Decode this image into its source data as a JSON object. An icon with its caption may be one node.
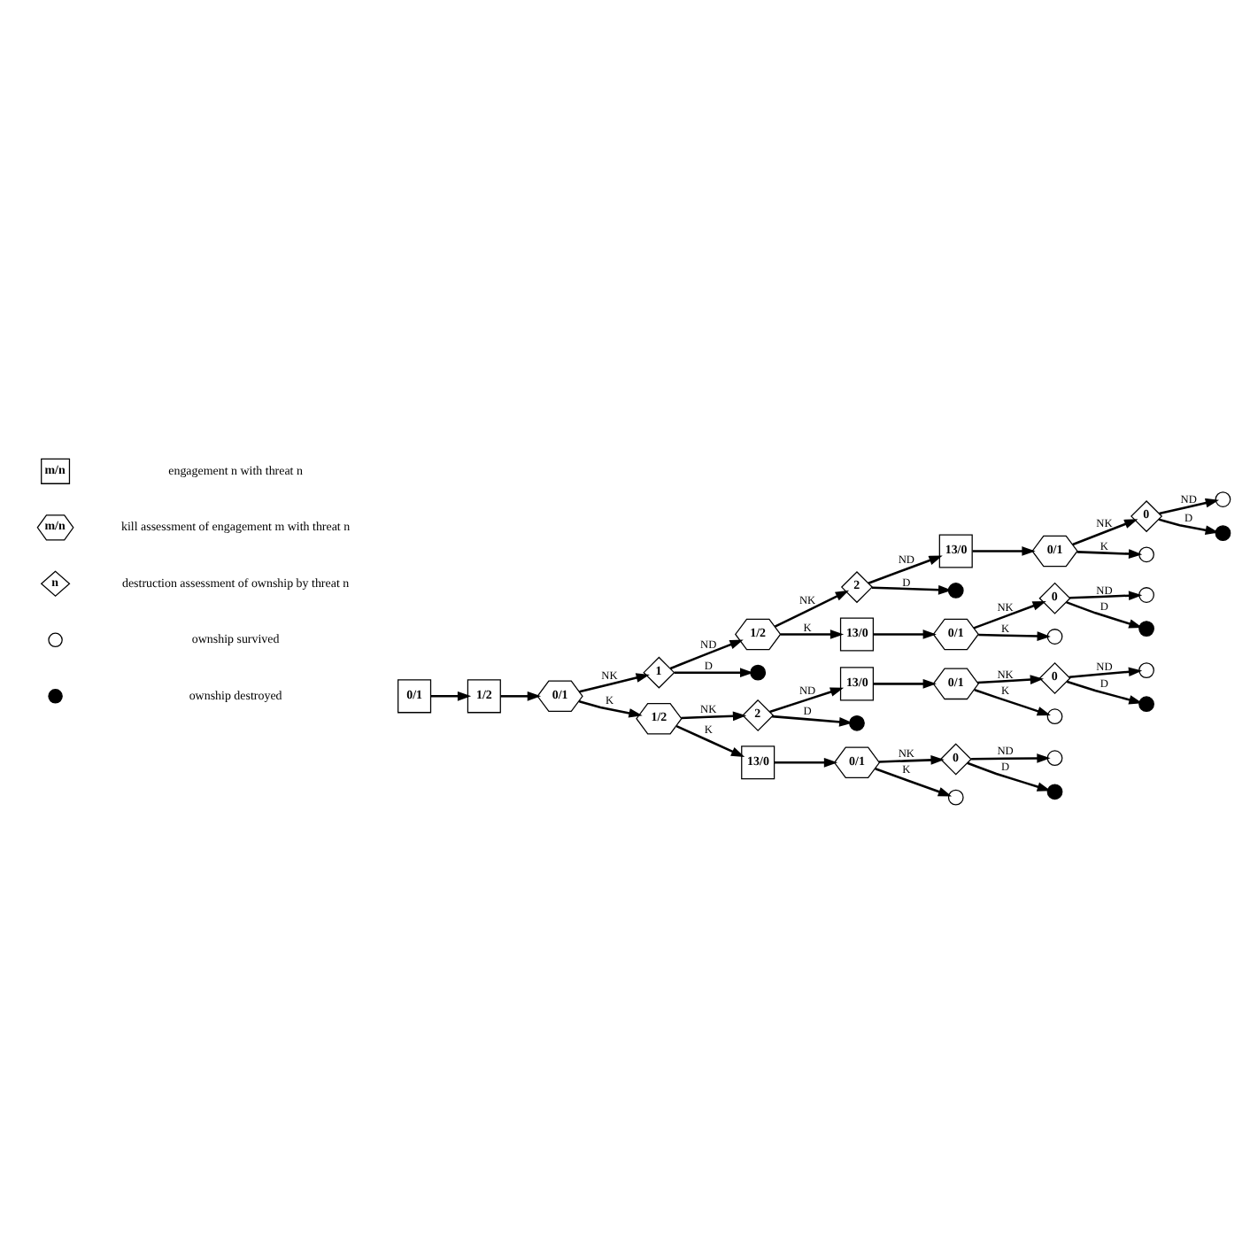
{
  "diagram": {
    "nodes": [
      {
        "text": [
          "0/1"
        ]
      },
      {
        "text": [
          "1/2"
        ]
      },
      {
        "text": [
          "0/1"
        ]
      },
      {
        "text": [
          "1"
        ]
      },
      {
        "text": [
          "1/2"
        ]
      },
      {
        "text": [
          "2"
        ]
      },
      {
        "text": [
          "13/0"
        ]
      },
      {
        "text": [
          "0/1"
        ]
      },
      {
        "text": [
          "0"
        ]
      },
      {
        "text": [],
        "shape": "circle"
      },
      {
        "text": [],
        "shape": "circle"
      },
      {
        "text": [],
        "shape": "circle"
      },
      {
        "text": [],
        "shape": "circle"
      },
      {
        "text": [
          "13/0"
        ]
      },
      {
        "text": [
          "0/1"
        ]
      },
      {
        "text": [
          "0"
        ]
      },
      {
        "text": [],
        "shape": "circle"
      },
      {
        "text": [],
        "shape": "circle"
      },
      {
        "text": [],
        "shape": "circle"
      },
      {
        "text": [],
        "shape": "circle"
      },
      {
        "text": [
          "1/2"
        ]
      },
      {
        "text": [
          "2"
        ]
      },
      {
        "text": [
          "13/0"
        ]
      },
      {
        "text": [
          "0/1"
        ]
      },
      {
        "text": [
          "0"
        ]
      },
      {
        "text": [],
        "shape": "circle"
      },
      {
        "text": [],
        "shape": "circle"
      },
      {
        "text": [],
        "shape": "circle"
      },
      {
        "text": [],
        "shape": "circle"
      },
      {
        "text": [
          "13/0"
        ]
      },
      {
        "text": [
          "0/1"
        ]
      },
      {
        "text": [
          "0"
        ]
      },
      {
        "text": [],
        "shape": "circle"
      },
      {
        "text": [],
        "shape": "circle"
      },
      {
        "text": [],
        "shape": "circle"
      }
    ],
    "edges": [
      {
        "from": 0,
        "to": 1,
        "arrow": "to"
      },
      {
        "from": 1,
        "to": 2,
        "arrow": "to"
      },
      {
        "from": 2,
        "to": 3,
        "arrow": "to",
        "label": "NK"
      },
      {
        "from": 3,
        "to": 4,
        "arrow": "to",
        "label": "ND"
      },
      {
        "from": 4,
        "to": 5,
        "arrow": "to",
        "label": "NK"
      },
      {
        "from": 5,
        "to": 6,
        "arrow": "to",
        "label": "ND"
      },
      {
        "from": 6,
        "to": 7,
        "arrow": "to"
      },
      {
        "from": 7,
        "to": 8,
        "arrow": "to",
        "label": "NK"
      },
      {
        "from": 8,
        "to": 9,
        "arrow": "to",
        "label": "ND"
      },
      {
        "from": 8,
        "to": 10,
        "arrow": "to",
        "label": "D"
      },
      {
        "from": 7,
        "to": 11,
        "arrow": "to",
        "label": "K"
      },
      {
        "from": 5,
        "to": 12,
        "arrow": "to",
        "label": "D"
      },
      {
        "from": 4,
        "to": 13,
        "arrow": "to",
        "label": "K"
      },
      {
        "from": 13,
        "to": 14,
        "arrow": "to"
      },
      {
        "from": 14,
        "to": 15,
        "arrow": "to",
        "label": "NK"
      },
      {
        "from": 15,
        "to": 16,
        "arrow": "to",
        "label": "ND"
      },
      {
        "from": 15,
        "to": 17,
        "arrow": "to",
        "label": "D"
      },
      {
        "from": 14,
        "to": 18,
        "arrow": "to",
        "label": "K"
      },
      {
        "from": 3,
        "to": 19,
        "arrow": "to",
        "label": "D"
      },
      {
        "from": 2,
        "to": 20,
        "arrow": "to",
        "label": "K"
      },
      {
        "from": 20,
        "to": 21,
        "arrow": "to",
        "label": "NK"
      },
      {
        "from": 21,
        "to": 22,
        "arrow": "to",
        "label": "ND"
      },
      {
        "from": 22,
        "to": 23,
        "arrow": "to"
      },
      {
        "from": 23,
        "to": 24,
        "arrow": "to",
        "label": "NK"
      },
      {
        "from": 24,
        "to": 25,
        "arrow": "to",
        "label": "ND"
      },
      {
        "from": 24,
        "to": 26,
        "arrow": "to",
        "label": "D"
      },
      {
        "from": 23,
        "to": 27,
        "arrow": "to",
        "label": "K"
      },
      {
        "from": 21,
        "to": 28,
        "arrow": "to",
        "label": "D"
      },
      {
        "from": 20,
        "to": 29,
        "arrow": "to",
        "label": "K"
      },
      {
        "from": 29,
        "to": 30,
        "arrow": "to"
      },
      {
        "from": 30,
        "to": 31,
        "arrow": "to",
        "label": "NK"
      },
      {
        "from": 31,
        "to": 32,
        "arrow": "to",
        "label": "ND"
      },
      {
        "from": 31,
        "to": 33,
        "arrow": "to",
        "label": "D"
      },
      {
        "from": 30,
        "to": 34,
        "arrow": "to",
        "label": "K"
      }
    ],
    "labels": [
      "m/n",
      "m/n",
      "n"
    ],
    "legend": [
      {
        "text": "engagement n with threat n"
      },
      {
        "text": "kill assessment of engagement m with threat n"
      },
      {
        "text": "destruction assessment of ownship by threat n"
      },
      {
        "text": "ownship survived"
      },
      {
        "text": "ownship destroyed"
      }
    ]
  }
}
